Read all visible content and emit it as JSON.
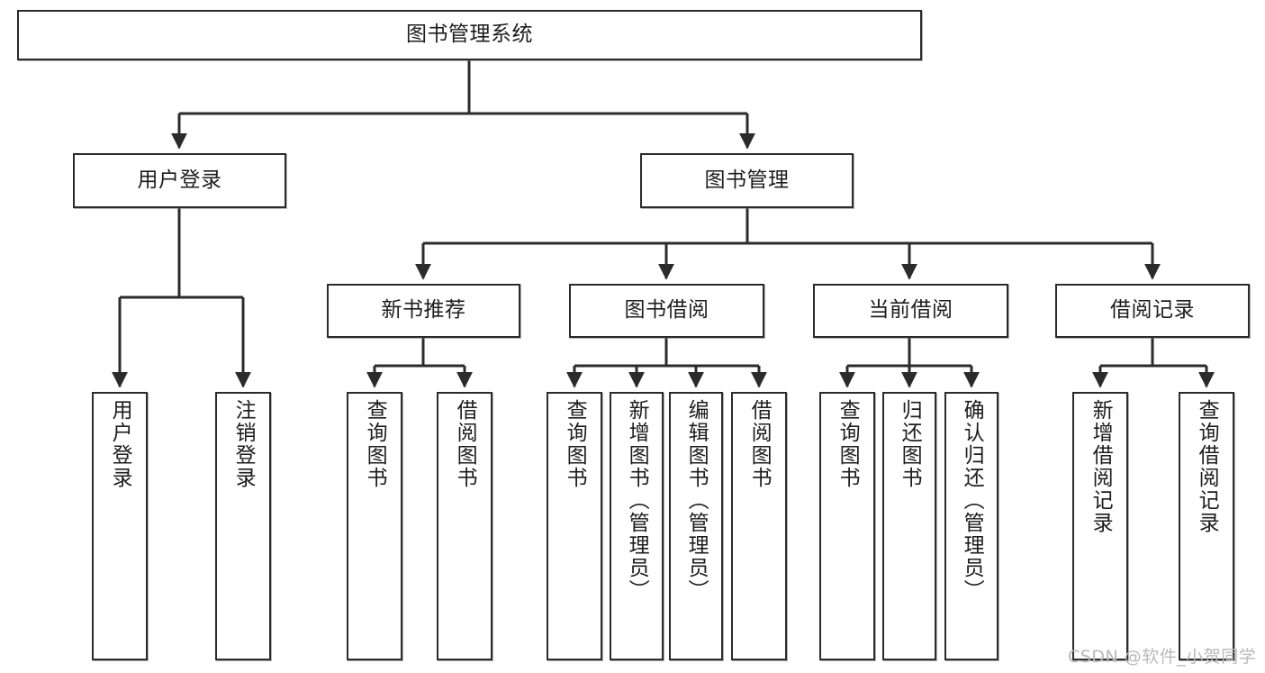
{
  "diagram": {
    "title": "图书管理系统",
    "type": "hierarchy-tree",
    "colors": {
      "box_border": "#2b2b2b",
      "box_fill": "#ffffff",
      "edge": "#2b2b2b",
      "text": "#1d1d1d",
      "watermark": "#b9b9b9"
    },
    "root": {
      "label": "图书管理系统"
    },
    "level2": [
      {
        "label": "用户登录"
      },
      {
        "label": "图书管理"
      }
    ],
    "level3": [
      {
        "label": "新书推荐"
      },
      {
        "label": "图书借阅"
      },
      {
        "label": "当前借阅"
      },
      {
        "label": "借阅记录"
      }
    ],
    "leaves": {
      "user_login": [
        {
          "label": "用户登录"
        },
        {
          "label": "注销登录"
        }
      ],
      "new_book_recommend": [
        {
          "label": "查询图书"
        },
        {
          "label": "借阅图书"
        }
      ],
      "book_borrow": [
        {
          "label": "查询图书"
        },
        {
          "label": "新增图书（管理员）"
        },
        {
          "label": "编辑图书（管理员）"
        },
        {
          "label": "借阅图书"
        }
      ],
      "current_borrow": [
        {
          "label": "查询图书"
        },
        {
          "label": "归还图书"
        },
        {
          "label": "确认归还（管理员）"
        }
      ],
      "borrow_record": [
        {
          "label": "新增借阅记录"
        },
        {
          "label": "查询借阅记录"
        }
      ]
    },
    "watermark": "CSDN @软件_小贺同学"
  }
}
